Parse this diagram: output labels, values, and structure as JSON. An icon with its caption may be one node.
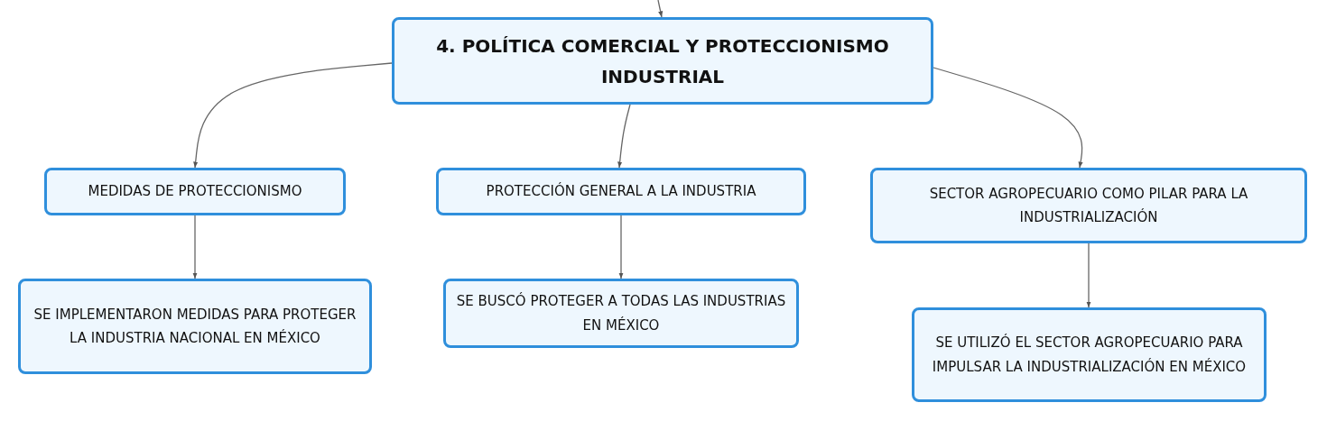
{
  "diagram": {
    "nodes": [
      {
        "text": [
          "4. POLÍTICA COMERCIAL Y PROTECCIONISMO INDUSTRIAL"
        ]
      },
      {
        "text": [
          "MEDIDAS DE PROTECCIONISMO"
        ]
      },
      {
        "text": [
          "PROTECCIÓN GENERAL A LA INDUSTRIA"
        ]
      },
      {
        "text": [
          "SECTOR AGROPECUARIO COMO PILAR PARA LA INDUSTRIALIZACIÓN"
        ]
      },
      {
        "text": [
          "SE IMPLEMENTARON MEDIDAS PARA PROTEGER LA INDUSTRIA NACIONAL EN MÉXICO"
        ]
      },
      {
        "text": [
          "SE BUSCÓ PROTEGER A TODAS LAS INDUSTRIAS EN MÉXICO"
        ]
      },
      {
        "text": [
          "SE UTILIZÓ EL SECTOR AGROPECUARIO PARA IMPULSAR LA INDUSTRIALIZACIÓN EN MÉXICO"
        ]
      }
    ],
    "edges": [
      {
        "from": null,
        "to": 0,
        "arrow": "to"
      },
      {
        "from": 0,
        "to": 1,
        "arrow": "to"
      },
      {
        "from": 0,
        "to": 2,
        "arrow": "to"
      },
      {
        "from": 0,
        "to": 3,
        "arrow": "to"
      },
      {
        "from": 1,
        "to": 4,
        "arrow": "to"
      },
      {
        "from": 2,
        "to": 5,
        "arrow": "to"
      },
      {
        "from": 3,
        "to": 6,
        "arrow": "to"
      }
    ]
  }
}
